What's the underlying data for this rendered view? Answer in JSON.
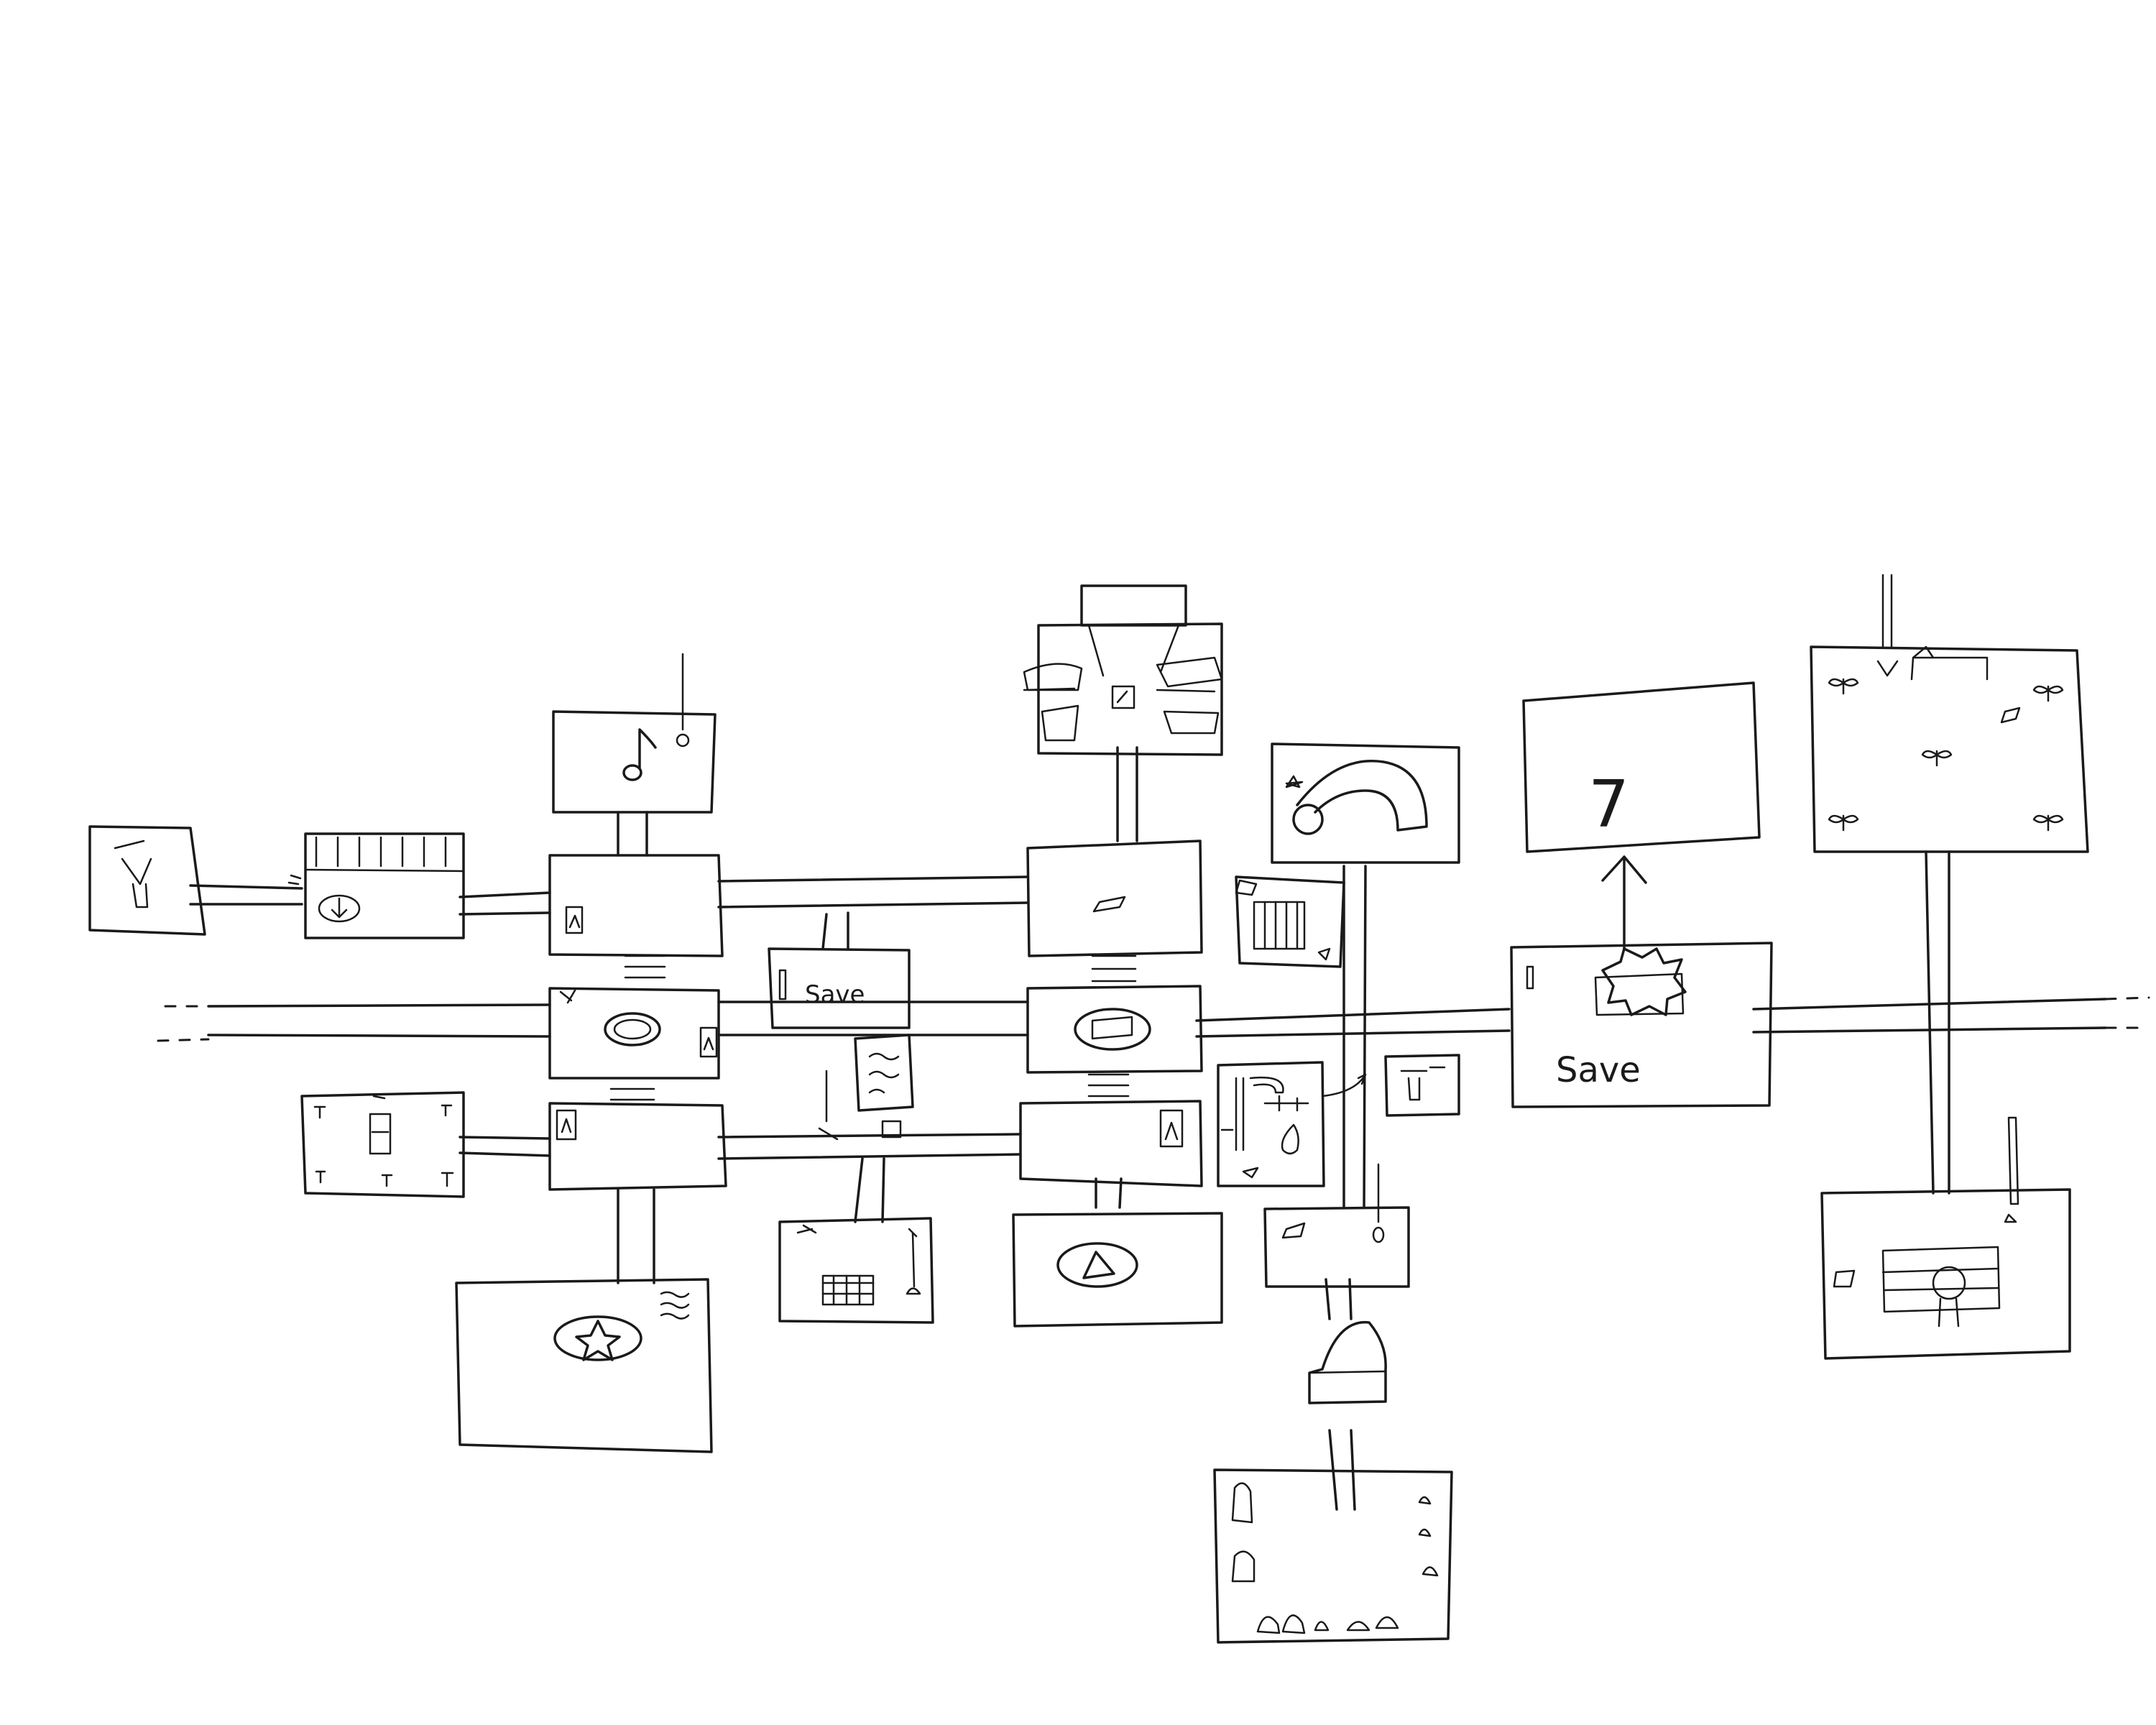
{
  "diagram": {
    "description_free": true,
    "labels": {
      "save_center": "Save",
      "save_right": "Save",
      "number_room": "7"
    }
  }
}
